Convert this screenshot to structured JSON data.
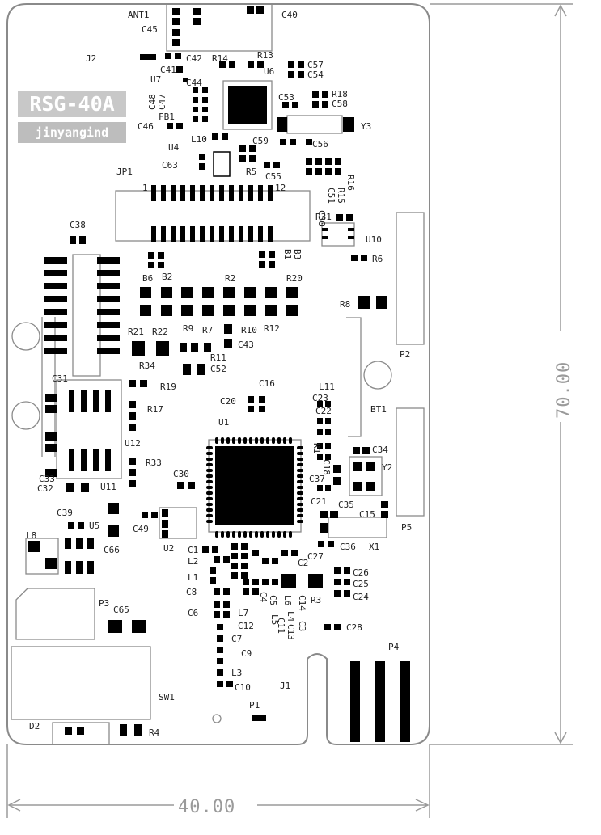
{
  "board": {
    "title": "RSG-40A",
    "subtitle": "jinyangind"
  },
  "dimensions": {
    "width_label": "40.00",
    "height_label": "70.00"
  },
  "labels": {
    "ANT1": "ANT1",
    "C40": "C40",
    "C45": "C45",
    "J2": "J2",
    "C42": "C42",
    "R14": "R14",
    "R13": "R13",
    "C57": "C57",
    "C54": "C54",
    "U6": "U6",
    "C41": "C41",
    "U7": "U7",
    "C44": "C44",
    "C48": "C48",
    "C47": "C47",
    "R18": "R18",
    "C58": "C58",
    "C53": "C53",
    "FB1": "FB1",
    "C46": "C46",
    "Y3": "Y3",
    "L10": "L10",
    "U4": "U4",
    "C59": "C59",
    "C56": "C56",
    "C63": "C63",
    "R5": "R5",
    "C55": "C55",
    "JP1": "JP1",
    "pin1": "1",
    "pin12": "12",
    "C50": "C50",
    "C51": "C51",
    "R15": "R15",
    "R16": "R16",
    "R31": "R31",
    "U10": "U10",
    "C38": "C38",
    "R6": "R6",
    "B1": "B1",
    "B3": "B3",
    "B6": "B6",
    "B2": "B2",
    "R2": "R2",
    "R20": "R20",
    "R8": "R8",
    "P2": "P2",
    "R21": "R21",
    "R22": "R22",
    "R9": "R9",
    "R7": "R7",
    "R10": "R10",
    "R12": "R12",
    "C43": "C43",
    "R34": "R34",
    "R11": "R11",
    "C52": "C52",
    "C31": "C31",
    "R19": "R19",
    "C16": "C16",
    "L11": "L11",
    "C23": "C23",
    "C20": "C20",
    "R17": "R17",
    "C22": "C22",
    "BT1": "BT1",
    "U1": "U1",
    "U12": "U12",
    "R33": "R33",
    "C34": "C34",
    "Y2": "Y2",
    "C33": "C33",
    "C32": "C32",
    "U11": "U11",
    "C30": "C30",
    "C37": "C37",
    "C21": "C21",
    "C35": "C35",
    "C15": "C15",
    "C39": "C39",
    "U5": "U5",
    "C49": "C49",
    "P5": "P5",
    "L8": "L8",
    "C66": "C66",
    "U2": "U2",
    "C36": "C36",
    "X1": "X1",
    "L2": "L2",
    "C2": "C2",
    "C27": "C27",
    "L1": "L1",
    "C26": "C26",
    "C25": "C25",
    "C8": "C8",
    "R3": "R3",
    "C24": "C24",
    "P3": "P3",
    "C65": "C65",
    "C6": "C6",
    "L7": "L7",
    "C12": "C12",
    "C4": "C4",
    "C14": "C14",
    "C28": "C28",
    "C7": "C7",
    "C9": "C9",
    "L3": "L3",
    "C10": "C10",
    "P4": "P4",
    "J1": "J1",
    "SW1": "SW1",
    "P1": "P1",
    "D2": "D2",
    "R4": "R4",
    "L6": "L6",
    "L4": "L4",
    "C13": "C13",
    "C1": "C1",
    "L5": "L5",
    "C11": "C11",
    "C3": "C3",
    "C5": "C5",
    "C18": "C18",
    "R1": "R1"
  },
  "colors": {
    "outline": "#8a8a8a",
    "pad": "#000000",
    "silk": "#222222",
    "badge": "#c8c8c8",
    "dimension": "#9a9a9a"
  }
}
